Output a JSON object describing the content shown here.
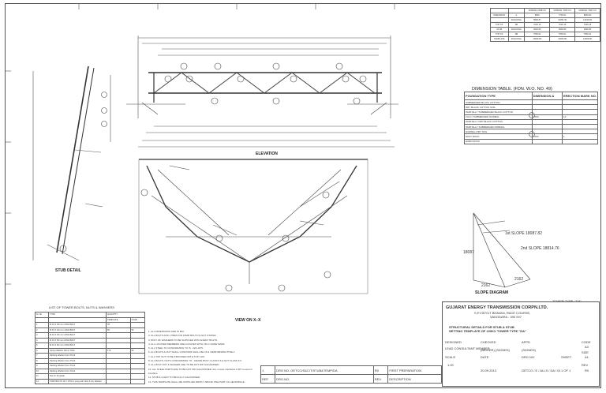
{
  "drawing": {
    "elevation_label": "ELEVATION",
    "view_label": "VIEW ON X–X",
    "stub_detail_label": "STUB DETAIL",
    "slope_diagram_label": "SLOPE DIAGRAM",
    "tower_type": "TOWER TYPE: \"DA\"",
    "slope1": "1st SLOPE 18087.82",
    "slope2": "2nd SLOPE 18814.76",
    "dim_vertical": "18087",
    "dim_base1": "2162",
    "dim_base2": "2162"
  },
  "top_table": {
    "headers": [
      "",
      "",
      "NORMAL DWB 3.0",
      "NORMAL TRIN 3.0",
      "NORMAL TRIN 4.5"
    ],
    "rows": [
      [
        "DIMENSION",
        "A",
        "8600",
        "7700.01",
        "8600.00"
      ],
      [
        "",
        "DIAGONAL",
        "8999.87",
        "10051.90",
        "12190.84"
      ],
      [
        "TOP OF",
        "SB",
        "7026.16",
        "7026.16",
        "7026.16"
      ],
      [
        "STUB",
        "DIAGONAL",
        "9936.80",
        "9936.80",
        "9936.80"
      ],
      [
        "TOP OF",
        "SB",
        "7500.01",
        "7500.01",
        "7500.01"
      ],
      [
        "TEMPLATE",
        "DIAGONAL",
        "10606.80",
        "10606.80",
        "10606.80"
      ]
    ]
  },
  "dimension_table": {
    "title": "DIMENSION TABLE. (FDN. W.O. NO. 49)",
    "headers": [
      "FOUNDATION TYPE",
      "DIMENSION A",
      "ERECTION MARK NO."
    ],
    "rows": [
      [
        "SUBMERGED BLACK COTTON",
        "",
        ""
      ],
      [
        "DRY BLACK COTTON SOIL",
        "",
        ""
      ],
      [
        "PARTIALLY SUBMERGED BLACK COTTON",
        "",
        ""
      ],
      [
        "FULLY SUBMERGED NORMAL",
        "7000",
        "12"
      ],
      [
        "PARTIALLY DRY BLACK COTTON",
        "",
        ""
      ],
      [
        "PARTIALLY SUBMERGED NORMAL",
        "",
        ""
      ],
      [
        "NORMAL DRY SOIL",
        "",
        ""
      ],
      [
        "SOFT ROCK",
        "7000",
        "1"
      ],
      [
        "HARD ROCK",
        "",
        ""
      ]
    ]
  },
  "bolt_table": {
    "title": "LIST OF TOWER BOLTS, NUTS & WASHERS",
    "headers": [
      "Sl. No.",
      "TYPE",
      "QUANTITY",
      ""
    ],
    "subheaders": [
      "",
      "",
      "TEMPLATE",
      "STUB"
    ],
    "rows": [
      [
        "1.",
        "M 16 X 35 mm LONG BOLT",
        "78",
        ""
      ],
      [
        "2.",
        "M 16 X 40 mm LONG BOLT",
        "56",
        "54"
      ],
      [
        "3.",
        "M 16 X 45 mm LONG BOLT",
        "",
        ""
      ],
      [
        "4.",
        "M 16 X 50 mm LONG BOLT",
        "",
        ""
      ],
      [
        "5.",
        "M 16 X 60 mm LONG BOLT",
        "",
        ""
      ],
      [
        "6.",
        "Spring Washer 16mm Thick",
        "170",
        "54"
      ],
      [
        "7.",
        "Packing Washer 3mm Thick",
        "",
        ""
      ],
      [
        "8.",
        "Packing Washer 4mm Thick",
        "",
        ""
      ],
      [
        "9.",
        "Packing Washer 5mm Thick",
        "",
        ""
      ],
      [
        "10.",
        "Packing Washer 6mm Thick",
        "",
        ""
      ],
      [
        "11.",
        "Nut for Template",
        "",
        ""
      ],
      [
        "12.",
        "STEP BOLTS 16 X 175mm Long with Nuts & Sq. Washer",
        "",
        ""
      ]
    ]
  },
  "notes": [
    "1. ALL DIMENSIONS ARE IN MM.",
    "2. ALL BOLTS AND 1.5MM FOR 10MM BOLTS IS NOT STATED.",
    "3. BOLT OF WASHERS TO BE SUPPLIED WITH EVERY BOLTS.",
    "4. ALL LOCATED MEMBERS ARE LOCATED WITH 15mm WIDE MARK.",
    "5. ALL STEEL TO CONFORMING TO IS : 226-1975.",
    "6. ALL BOLTS & NUT SHALL CONFORM SHALL BE 16 & 10MM RESPECTIVELY.",
    "7. ALL TOP NUT TO BE PROVIDED WITH TOP CLIP.",
    "8. ALL BOLTS, NUTS CONFORMING TO : GRADE BOLT CLASS 5.6 & NUT CLASS 5.0.",
    "9. ALL BOLT NUT & WASHER ARE TO BE HOT DIP GALVANISED.",
    "10. ALL STEEL PARTS ARE TO BE HOT DIP GALVANISED. ALL mouse interfaces & BT mouse for interface.",
    "11. STUB & CLEAT TO BE FULLY GALVANISED.",
    "12. THIS TEMPLATE SHALL BE SUPPLIED PARTLY ABOVE ONE PART OF HEADSPACE."
  ],
  "revision": {
    "rows": [
      [
        "1",
        "DRG NO. GETCO/S&C/T/STUB&TEMP/DA",
        "R0",
        "FIRST PREPARATION"
      ]
    ],
    "headers": [
      "REF.",
      "DRG.NO.",
      "REV.",
      "DESCRIPTION"
    ]
  },
  "title_block": {
    "company": "GUJARAT ENERGY TRANSMISSION CORPN.LTD.",
    "address1": "S.P.VIDYUT BHAVAN, RACE COURSE,",
    "address2": "VADODARA - 390 007",
    "title1": "STRUCTURAL DETAILS FOR STUB & STUB",
    "title2": "SETTING TEMPLATE OF 220KV TOWER TYPE \"DA\"",
    "designed_lbl": "DESIGNED",
    "checked_lbl": "CHECKED",
    "approved_lbl": "APPD",
    "consultant_lbl": "LEAD CONSULTANT MEMBER",
    "name1": "(BIDDER) (SIGNED)",
    "name2": "(SIGNED)",
    "scale_lbl": "SCALE",
    "scale_val": "1:20",
    "sheet_lbl": "SHEET",
    "sheet_val": "1 OF 1",
    "date_lbl": "DATE",
    "date_val": "20.09.2013",
    "drg_lbl": "DRG NO.",
    "drg_val": "GETCO / E / ALLS / DA / 01",
    "rev_lbl": "REV",
    "rev_val": "R0",
    "code_lbl": "CODE",
    "code_val": "A3",
    "size_lbl": "SIZE",
    "size_val": "A1"
  }
}
